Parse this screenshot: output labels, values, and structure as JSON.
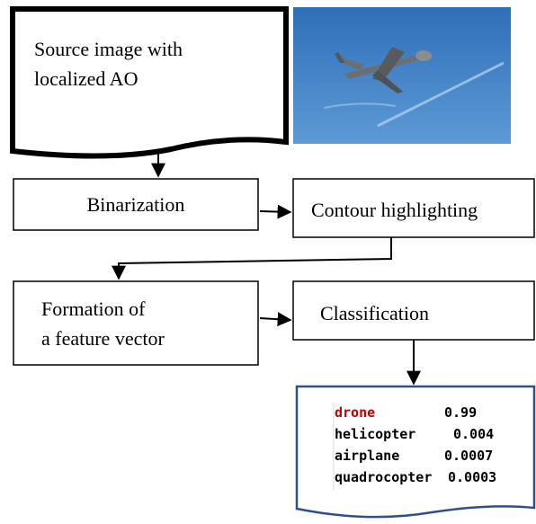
{
  "nodes": {
    "source": {
      "label_line1": "Source image with",
      "label_line2": "localized AO"
    },
    "binarization": {
      "label": "Binarization"
    },
    "contour": {
      "label": "Contour highlighting"
    },
    "feature": {
      "label_line1": "Formation of",
      "label_line2": "a feature vector"
    },
    "classification": {
      "label": "Classification"
    }
  },
  "image": {
    "subject": "drone-in-sky",
    "sky_color": "#3f7fc4"
  },
  "results": {
    "label_color": "#c00000",
    "rows": [
      {
        "label": "drone",
        "score": "0.99"
      },
      {
        "label": "helicopter",
        "score": "0.004"
      },
      {
        "label": "airplane",
        "score": "0.0007"
      },
      {
        "label": "quadrocopter",
        "score": "0.0003"
      }
    ]
  }
}
